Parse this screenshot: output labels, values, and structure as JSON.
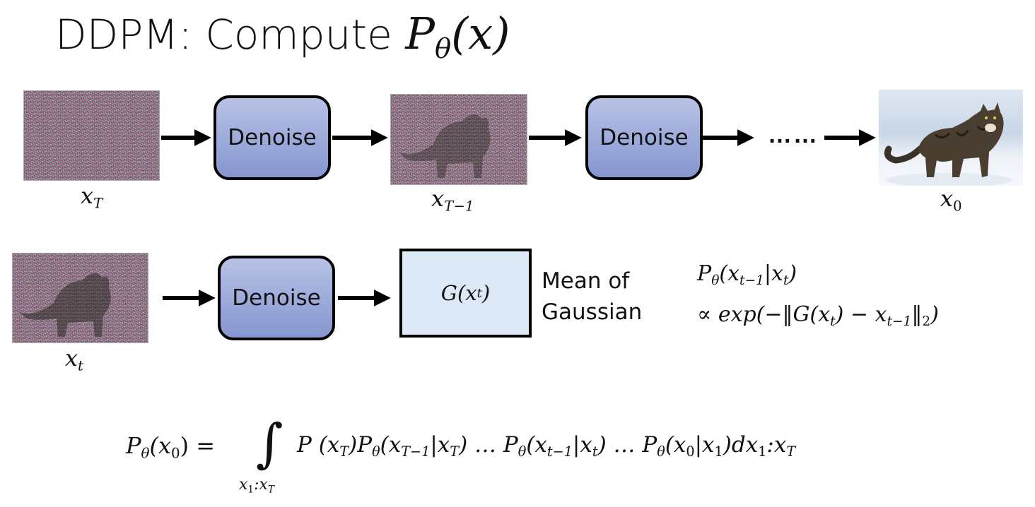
{
  "title": {
    "text": "DDPM: Compute ",
    "P": "P",
    "theta": "θ",
    "arg": "(x)"
  },
  "row1": {
    "box1": "Denoise",
    "box2": "Denoise",
    "dots": "……",
    "lab_xT": {
      "x": "x",
      "sub": "T"
    },
    "lab_xT1": {
      "x": "x",
      "sub": "T−1"
    },
    "lab_x0": {
      "x": "x",
      "sub": "0"
    }
  },
  "row2": {
    "box": "Denoise",
    "gbox": {
      "G": "G(x",
      "sub": "t",
      "close": ")"
    },
    "mean1": "Mean of",
    "mean2": "Gaussian",
    "lab_xt": {
      "x": "x",
      "sub": "t"
    },
    "eq1": {
      "P": "P",
      "theta": "θ",
      "a": "(x",
      "s1": "t−1",
      "b": "|x",
      "s2": "t",
      "c": ")"
    },
    "eq2": {
      "prop": "∝ exp(−‖G(x",
      "s1": "t",
      "mid": ") − x",
      "s2": "t−1",
      "end": "‖",
      "s3": "2",
      "close": ")"
    }
  },
  "bottom": {
    "lhs": {
      "P": "P",
      "theta": "θ",
      "a": "(x",
      "s": "0",
      "b": ") ="
    },
    "integral": "∫",
    "limits": {
      "a": "x",
      "s1": "1",
      "colon": ":x",
      "s2": "T"
    },
    "rhs": {
      "t1": "P (x",
      "s1": "T",
      "t2": ")P",
      "th2": "θ",
      "t3": "(x",
      "s3": "T−1",
      "t4": "|x",
      "s4": "T",
      "t5": ") … P",
      "th5": "θ",
      "t6": "(x",
      "s6": "t−1",
      "t7": "|x",
      "s7": "t",
      "t8": ") … P",
      "th8": "θ",
      "t9": "(x",
      "s9": "0",
      "t10": "|x",
      "s10": "1",
      "t11": ")dx",
      "s11": "1",
      "t12": ":x",
      "s12": "T"
    }
  }
}
